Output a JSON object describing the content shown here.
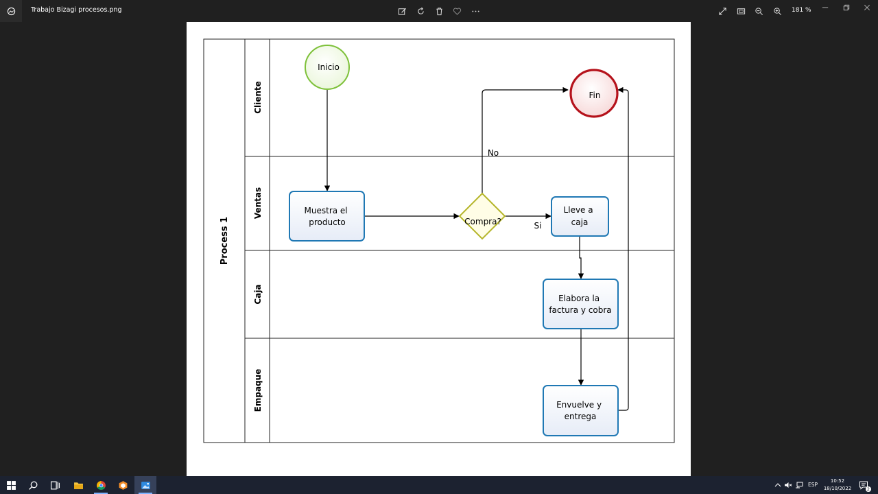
{
  "window": {
    "file_title": "Trabajo Bizagi procesos.png",
    "zoom_level": "181 %"
  },
  "toolbar": {
    "icons": [
      "edit-image-icon",
      "rotate-icon",
      "delete-icon",
      "favorite-heart-icon",
      "more-options-icon"
    ],
    "right_icons": [
      "fullscreen-icon",
      "fit-window-icon",
      "zoom-out-icon",
      "zoom-in-icon"
    ],
    "window_controls": [
      "minimize-icon",
      "restore-icon",
      "close-icon"
    ]
  },
  "diagram": {
    "pool_name": "Process 1",
    "lanes": [
      "Cliente",
      "Ventas",
      "Caja",
      "Empaque"
    ],
    "start_event": "Inicio",
    "end_event": "Fin",
    "task_show_product": [
      "Muestra el",
      "producto"
    ],
    "gateway": "Compra?",
    "branch_no": "No",
    "branch_yes": "Si",
    "task_go_to_register": [
      "Lleve a",
      "caja"
    ],
    "task_invoice": [
      "Elabora la",
      "factura y cobra"
    ],
    "task_wrap": [
      "Envuelve y",
      "entrega"
    ],
    "colors": {
      "start_stroke": "#7ec13a",
      "end_stroke": "#b5121b",
      "task_stroke": "#1f78b4",
      "gateway_stroke": "#b5b52a"
    }
  },
  "taskbar": {
    "items": [
      "windows-start-icon",
      "search-icon",
      "task-view-icon",
      "file-explorer-icon",
      "chrome-icon",
      "app-orange-icon",
      "photos-icon"
    ],
    "language": "ESP",
    "time": "10:52",
    "date": "18/10/2022",
    "notification_count": "2"
  }
}
